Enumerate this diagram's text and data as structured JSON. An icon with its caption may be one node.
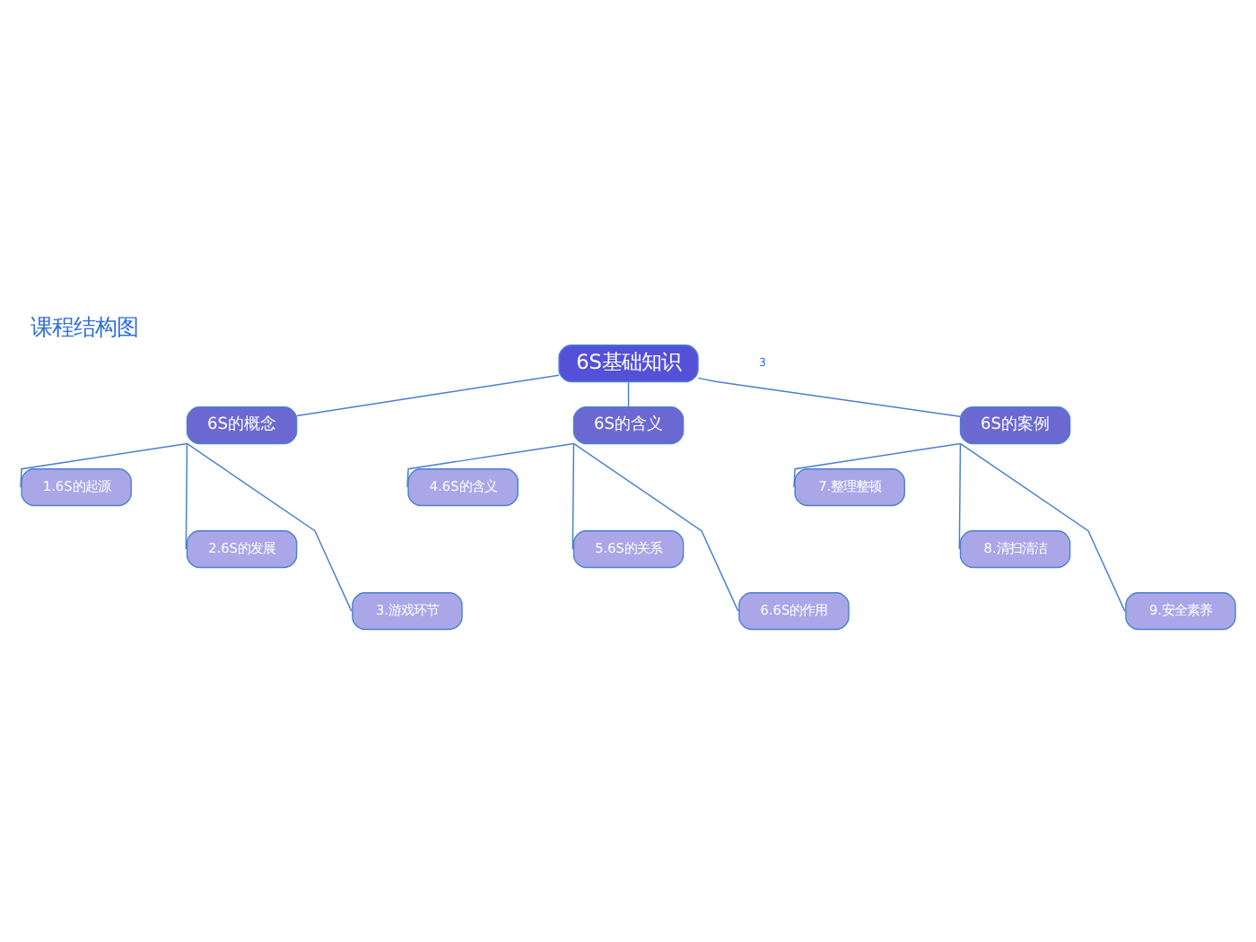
{
  "diagram": {
    "title": "课程结构图",
    "nodes": [
      {
        "text": [
          "6S基础知识"
        ]
      },
      {
        "text": [
          "6S的概念"
        ]
      },
      {
        "text": [
          "6S的含义"
        ]
      },
      {
        "text": [
          "6S的案例"
        ]
      },
      {
        "text": [
          "1.6S的起源"
        ]
      },
      {
        "text": [
          "2.6S的发展"
        ]
      },
      {
        "text": [
          "3.游戏环节"
        ]
      },
      {
        "text": [
          "4.6S的含义"
        ]
      },
      {
        "text": [
          "5.6S的关系"
        ]
      },
      {
        "text": [
          "6.6S的作用"
        ]
      },
      {
        "text": [
          "7.整理整顿"
        ]
      },
      {
        "text": [
          "8.清扫清洁"
        ]
      },
      {
        "text": [
          "9.安全素养"
        ]
      }
    ],
    "edges": [
      {
        "from": 0,
        "to": 1,
        "arrow": "none"
      },
      {
        "from": 0,
        "to": 2,
        "arrow": "none"
      },
      {
        "from": 0,
        "to": 3,
        "arrow": "none"
      },
      {
        "from": 1,
        "to": 4,
        "arrow": "none"
      },
      {
        "from": 1,
        "to": 5,
        "arrow": "none"
      },
      {
        "from": 1,
        "to": 6,
        "arrow": "none"
      },
      {
        "from": 2,
        "to": 7,
        "arrow": "none"
      },
      {
        "from": 2,
        "to": 8,
        "arrow": "none"
      },
      {
        "from": 2,
        "to": 9,
        "arrow": "none"
      },
      {
        "from": 3,
        "to": 10,
        "arrow": "none"
      },
      {
        "from": 3,
        "to": 11,
        "arrow": "none"
      },
      {
        "from": 3,
        "to": 12,
        "arrow": "none"
      }
    ],
    "labels": [
      "3"
    ]
  }
}
